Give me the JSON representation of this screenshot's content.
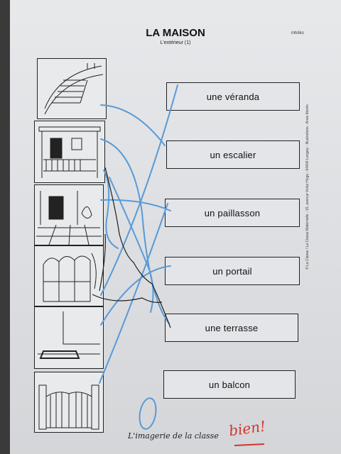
{
  "worksheet": {
    "title": "LA MAISON",
    "subtitle": "L'extérieur (1)",
    "reference": "mh/iko",
    "footer": "L'imagerie de la classe",
    "teacher_mark": "bien!",
    "side_note": "© La Classe / La Classe Maternelle - 15, avenue Victor Hugo - 54400 Longwy - Illustrations : Anne Martin"
  },
  "pictures": [
    {
      "name": "stairs",
      "icon": "staircase-picture"
    },
    {
      "name": "balcony",
      "icon": "balcony-picture"
    },
    {
      "name": "terrace",
      "icon": "terrace-picture"
    },
    {
      "name": "veranda",
      "icon": "veranda-picture"
    },
    {
      "name": "doormat",
      "icon": "doormat-picture"
    },
    {
      "name": "gate",
      "icon": "gate-picture"
    }
  ],
  "words": [
    "une véranda",
    "un escalier",
    "un paillasson",
    "un portail",
    "une terrasse",
    "un balcon"
  ],
  "colors": {
    "pen_blue": "#5a9ad6",
    "pen_black": "#1e1e1e",
    "mark_red": "#d2352f"
  }
}
